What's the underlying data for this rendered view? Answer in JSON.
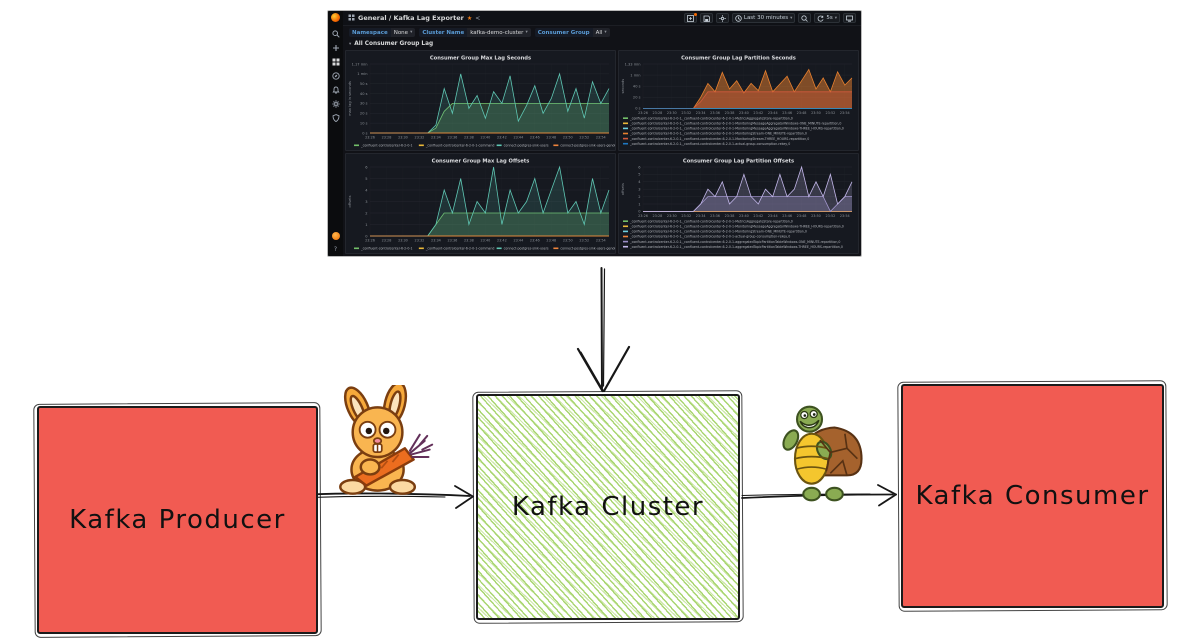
{
  "grafana": {
    "breadcrumb": "General / Kafka Lag Exporter",
    "toolbar": {
      "time_range": "Last 30 minutes",
      "refresh": "5s"
    },
    "variables": [
      {
        "label": "Namespace",
        "value": "None"
      },
      {
        "label": "Cluster Name",
        "value": "kafka-demo-cluster"
      },
      {
        "label": "Consumer Group",
        "value": "All"
      }
    ],
    "section_title": "All Consumer Group Lag",
    "icons": [
      "grafana-logo",
      "search-icon",
      "add-icon",
      "dashboards-icon",
      "explore-icon",
      "alerting-icon",
      "settings-icon",
      "shield-icon",
      "avatar",
      "help-icon",
      "add-panel-icon",
      "save-icon",
      "gear-icon",
      "clock-icon",
      "zoom-icon",
      "refresh-icon",
      "tv-icon",
      "star-icon",
      "share-icon"
    ],
    "colors": {
      "bg": "#111217",
      "panel": "#161920",
      "text": "#d8d9da",
      "accent_orange": "#f46800"
    }
  },
  "diagram": {
    "nodes": [
      {
        "id": "producer",
        "label": "Kafka Producer",
        "fill": "#f15b52"
      },
      {
        "id": "cluster",
        "label": "Kafka Cluster",
        "fill": "green-hatch"
      },
      {
        "id": "consumer",
        "label": "Kafka Consumer",
        "fill": "#f15b52"
      }
    ],
    "mascots": [
      {
        "name": "rabbit-with-carrot"
      },
      {
        "name": "turtle"
      }
    ],
    "colors": {
      "box_red": "#f15b52",
      "hatch_green": "#a8d56f",
      "ink": "#1b1b1b"
    }
  },
  "chart_data": [
    {
      "type": "line",
      "title": "Consumer Group Max Lag Seconds",
      "ylabel": "max lag in seconds",
      "ymax": 70,
      "legend_layout": "inline",
      "grid": true,
      "yticks": [
        {
          "v": 70,
          "label": "1.17 min"
        },
        {
          "v": 60,
          "label": "1 min"
        },
        {
          "v": 50,
          "label": "50 s"
        },
        {
          "v": 40,
          "label": "40 s"
        },
        {
          "v": 30,
          "label": "30 s"
        },
        {
          "v": 20,
          "label": "20 s"
        },
        {
          "v": 10,
          "label": "10 s"
        },
        {
          "v": 0,
          "label": "0 s"
        }
      ],
      "xticks": [
        "23:26",
        "23:28",
        "23:30",
        "23:32",
        "23:34",
        "23:36",
        "23:38",
        "23:40",
        "23:42",
        "23:44",
        "23:46",
        "23:48",
        "23:50",
        "23:52",
        "23:54"
      ],
      "series": [
        {
          "name": "_confluent-controlcenter-6-2-0-1",
          "color": "#73BF69",
          "fill_opacity": 0.22,
          "values": [
            0,
            0,
            0,
            0,
            0,
            0,
            0,
            0,
            5,
            22,
            30,
            30,
            30,
            30,
            30,
            30,
            30,
            30,
            30,
            30,
            30,
            30,
            30,
            30,
            30,
            30,
            30,
            30,
            30,
            30
          ]
        },
        {
          "name": "_confluent-controlcenter-6-2-0-1-command",
          "color": "#EAB839",
          "fill_opacity": 0,
          "values": [
            0,
            0,
            0,
            0,
            0,
            0,
            0,
            0,
            0,
            0,
            0,
            0,
            0,
            0,
            0,
            0,
            0,
            0,
            0,
            0,
            0,
            0,
            0,
            0,
            0,
            0,
            0,
            0,
            0,
            0
          ]
        },
        {
          "name": "connect-postgres-sink-users",
          "color": "#5fc7b4",
          "fill_opacity": 0.15,
          "values": [
            0,
            0,
            0,
            0,
            0,
            0,
            0,
            0,
            8,
            45,
            20,
            60,
            25,
            38,
            15,
            42,
            30,
            58,
            12,
            28,
            48,
            20,
            35,
            60,
            22,
            45,
            15,
            52,
            30,
            45
          ]
        },
        {
          "name": "connect-postgres-sink-users-gender",
          "color": "#EF843C",
          "fill_opacity": 0,
          "values": [
            0,
            0,
            0,
            0,
            0,
            0,
            0,
            0,
            0,
            0,
            0,
            0,
            0,
            0,
            0,
            0,
            0,
            0,
            0,
            0,
            0,
            0,
            0,
            0,
            0,
            0,
            0,
            0,
            0,
            0
          ]
        }
      ]
    },
    {
      "type": "line",
      "title": "Consumer Group Lag Partition Seconds",
      "ylabel": "seconds",
      "ymax": 80,
      "legend_layout": "rows",
      "grid": true,
      "yticks": [
        {
          "v": 80,
          "label": "1.33 min"
        },
        {
          "v": 60,
          "label": "1 min"
        },
        {
          "v": 40,
          "label": "40 s"
        },
        {
          "v": 20,
          "label": "20 s"
        },
        {
          "v": 0,
          "label": "0 s"
        }
      ],
      "xticks": [
        "23:26",
        "23:28",
        "23:30",
        "23:32",
        "23:34",
        "23:36",
        "23:38",
        "23:40",
        "23:42",
        "23:44",
        "23:46",
        "23:48",
        "23:50",
        "23:52",
        "23:54"
      ],
      "series": [
        {
          "name": "_confluent-controlcenter-6-2-0-1,_confluent-controlcenter-6-2-0-1-MetricsAggregateStore-repartition,0",
          "color": "#73BF69",
          "fill_opacity": 0,
          "values": [
            0,
            0,
            0,
            0,
            0,
            0,
            0,
            0,
            0,
            0,
            0,
            0,
            0,
            0,
            0,
            0,
            0,
            0,
            0,
            0,
            0,
            0,
            0,
            0,
            0,
            0,
            0,
            0,
            0,
            0
          ]
        },
        {
          "name": "_confluent-controlcenter-6-2-0-1,_confluent-controlcenter-6-2-0-1-MonitoringMessageAggregatorWindows-ONE_MINUTE-repartition,0",
          "color": "#EAB839",
          "fill_opacity": 0,
          "values": [
            0,
            0,
            0,
            0,
            0,
            0,
            0,
            0,
            0,
            0,
            0,
            0,
            0,
            0,
            0,
            0,
            0,
            0,
            0,
            0,
            0,
            0,
            0,
            0,
            0,
            0,
            0,
            0,
            0,
            0
          ]
        },
        {
          "name": "_confluent-controlcenter-6-2-0-1,_confluent-controlcenter-6-2-0-1-MonitoringMessageAggregatorWindows-THREE_HOURS-repartition,0",
          "color": "#6ED0E0",
          "fill_opacity": 0,
          "values": [
            0,
            0,
            0,
            0,
            0,
            0,
            0,
            0,
            0,
            0,
            0,
            0,
            0,
            0,
            0,
            0,
            0,
            0,
            0,
            0,
            0,
            0,
            0,
            0,
            0,
            0,
            0,
            0,
            0,
            0
          ]
        },
        {
          "name": "_confluent-controlcenter-6-2-0-1,_confluent-controlcenter-6-2-0-1-MonitoringStream-ONE_MINUTE-repartition,0",
          "color": "#E8802E",
          "fill_opacity": 0.5,
          "values": [
            0,
            0,
            0,
            0,
            0,
            0,
            0,
            0,
            20,
            45,
            30,
            65,
            35,
            50,
            28,
            45,
            32,
            68,
            30,
            44,
            58,
            30,
            50,
            70,
            35,
            55,
            30,
            66,
            42,
            55
          ]
        },
        {
          "name": "_confluent-controlcenter-6-2-0-1,_confluent-controlcenter-6-2-0-1-MonitoringStream-THREE_HOURS-repartition,0",
          "color": "#d05a3d",
          "fill_opacity": 0.35,
          "values": [
            0,
            0,
            0,
            0,
            0,
            0,
            0,
            0,
            12,
            30,
            30,
            30,
            30,
            30,
            30,
            30,
            30,
            30,
            30,
            30,
            30,
            30,
            30,
            30,
            30,
            30,
            30,
            30,
            30,
            30
          ]
        },
        {
          "name": "_confluent-controlcenter-6-2-0-1,_confluent-controlcenter-6-2-0-1-actual-group-consumption-rekey,0",
          "color": "#1F78C1",
          "fill_opacity": 0,
          "values": [
            0,
            0,
            0,
            0,
            0,
            0,
            0,
            0,
            0,
            0,
            0,
            0,
            0,
            0,
            0,
            0,
            0,
            0,
            0,
            0,
            0,
            0,
            0,
            0,
            0,
            0,
            0,
            0,
            0,
            0
          ]
        }
      ]
    },
    {
      "type": "line",
      "title": "Consumer Group Max Lag Offsets",
      "ylabel": "offsets",
      "ymax": 6,
      "legend_layout": "inline",
      "grid": true,
      "yticks": [
        {
          "v": 6,
          "label": "6"
        },
        {
          "v": 5,
          "label": "5"
        },
        {
          "v": 4,
          "label": "4"
        },
        {
          "v": 3,
          "label": "3"
        },
        {
          "v": 2,
          "label": "2"
        },
        {
          "v": 1,
          "label": "1"
        },
        {
          "v": 0,
          "label": "0"
        }
      ],
      "xticks": [
        "23:26",
        "23:28",
        "23:30",
        "23:32",
        "23:34",
        "23:36",
        "23:38",
        "23:40",
        "23:42",
        "23:44",
        "23:46",
        "23:48",
        "23:50",
        "23:52",
        "23:54"
      ],
      "series": [
        {
          "name": "_confluent-controlcenter-6-2-0-1",
          "color": "#73BF69",
          "fill_opacity": 0.22,
          "values": [
            0,
            0,
            0,
            0,
            0,
            0,
            0,
            0,
            1,
            2,
            2,
            2,
            2,
            2,
            2,
            2,
            2,
            2,
            2,
            2,
            2,
            2,
            2,
            2,
            2,
            2,
            2,
            2,
            2,
            2
          ]
        },
        {
          "name": "_confluent-controlcenter-6-2-0-1-command",
          "color": "#EAB839",
          "fill_opacity": 0,
          "values": [
            0,
            0,
            0,
            0,
            0,
            0,
            0,
            0,
            0,
            0,
            0,
            0,
            0,
            0,
            0,
            0,
            0,
            0,
            0,
            0,
            0,
            0,
            0,
            0,
            0,
            0,
            0,
            0,
            0,
            0
          ]
        },
        {
          "name": "connect-postgres-sink-users",
          "color": "#5fc7b4",
          "fill_opacity": 0.15,
          "values": [
            0,
            0,
            0,
            0,
            0,
            0,
            0,
            0,
            1,
            4,
            2,
            5,
            1,
            3,
            2,
            6,
            1,
            4,
            2,
            3,
            5,
            2,
            4,
            6,
            2,
            3,
            1,
            5,
            2,
            4
          ]
        },
        {
          "name": "connect-postgres-sink-users-gender",
          "color": "#EF843C",
          "fill_opacity": 0,
          "values": [
            0,
            0,
            0,
            0,
            0,
            0,
            0,
            0,
            0,
            0,
            0,
            0,
            0,
            0,
            0,
            0,
            0,
            0,
            0,
            0,
            0,
            0,
            0,
            0,
            0,
            0,
            0,
            0,
            0,
            0
          ]
        }
      ]
    },
    {
      "type": "line",
      "title": "Consumer Group Lag Partition Offsets",
      "ylabel": "offsets",
      "ymax": 6,
      "legend_layout": "rows",
      "grid": true,
      "yticks": [
        {
          "v": 6,
          "label": "6"
        },
        {
          "v": 5,
          "label": "5"
        },
        {
          "v": 4,
          "label": "4"
        },
        {
          "v": 3,
          "label": "3"
        },
        {
          "v": 2,
          "label": "2"
        },
        {
          "v": 1,
          "label": "1"
        },
        {
          "v": 0,
          "label": "0"
        }
      ],
      "xticks": [
        "23:26",
        "23:28",
        "23:30",
        "23:32",
        "23:34",
        "23:36",
        "23:38",
        "23:40",
        "23:42",
        "23:44",
        "23:46",
        "23:48",
        "23:50",
        "23:52",
        "23:54"
      ],
      "series": [
        {
          "name": "_confluent-controlcenter-6-2-0-1,_confluent-controlcenter-6-2-0-1-MetricsAggregateStore-repartition,0",
          "color": "#73BF69",
          "fill_opacity": 0,
          "values": [
            0,
            0,
            0,
            0,
            0,
            0,
            0,
            0,
            0,
            0,
            0,
            0,
            0,
            0,
            0,
            0,
            0,
            0,
            0,
            0,
            0,
            0,
            0,
            0,
            0,
            0,
            0,
            0,
            0,
            0
          ]
        },
        {
          "name": "_confluent-controlcenter-6-2-0-1,_confluent-controlcenter-6-2-0-1-MonitoringMessageAggregatorWindows-THREE_HOURS-repartition,0",
          "color": "#EAB839",
          "fill_opacity": 0,
          "values": [
            0,
            0,
            0,
            0,
            0,
            0,
            0,
            0,
            0,
            0,
            0,
            0,
            0,
            0,
            0,
            0,
            0,
            0,
            0,
            0,
            0,
            0,
            0,
            0,
            0,
            0,
            0,
            0,
            0,
            0
          ]
        },
        {
          "name": "_confluent-controlcenter-6-2-0-1,_confluent-controlcenter-6-2-0-1-MonitoringStream-ONE_MINUTE-repartition,0",
          "color": "#6ED0E0",
          "fill_opacity": 0,
          "values": [
            0,
            0,
            0,
            0,
            0,
            0,
            0,
            0,
            0,
            0,
            0,
            0,
            0,
            0,
            0,
            0,
            0,
            0,
            0,
            0,
            0,
            0,
            0,
            0,
            0,
            0,
            0,
            0,
            0,
            0
          ]
        },
        {
          "name": "_confluent-controlcenter-6-2-0-1,_confluent-controlcenter-6-2-0-1-actual-group-consumption-rekey,0",
          "color": "#EF843C",
          "fill_opacity": 0,
          "values": [
            0,
            0,
            0,
            0,
            0,
            0,
            0,
            0,
            0,
            0,
            0,
            0,
            0,
            0,
            0,
            0,
            0,
            0,
            0,
            0,
            0,
            0,
            0,
            0,
            0,
            0,
            0,
            0,
            0,
            0
          ]
        },
        {
          "name": "_confluent-controlcenter-6-2-0-1,_confluent-controlcenter-6-2-0-1-aggregatedTopicPartitionTableWindows-ONE_MINUTE-repartition,0",
          "color": "#9b8ec7",
          "fill_opacity": 0.28,
          "values": [
            0,
            0,
            0,
            0,
            0,
            0,
            0,
            0,
            1,
            2,
            2,
            2,
            2,
            2,
            2,
            2,
            2,
            2,
            2,
            2,
            2,
            2,
            2,
            2,
            2,
            2,
            0,
            1,
            2,
            2
          ]
        },
        {
          "name": "_confluent-controlcenter-6-2-0-1,_confluent-controlcenter-6-2-0-1-aggregatedTopicPartitionTableWindows-THREE_HOURS-repartition,0",
          "color": "#c3b7ea",
          "fill_opacity": 0.2,
          "values": [
            0,
            0,
            0,
            0,
            0,
            0,
            0,
            0,
            1,
            3,
            2,
            4,
            1,
            2,
            5,
            2,
            1,
            3,
            2,
            5,
            2,
            3,
            6,
            2,
            4,
            2,
            5,
            1,
            2,
            4
          ]
        }
      ]
    }
  ]
}
